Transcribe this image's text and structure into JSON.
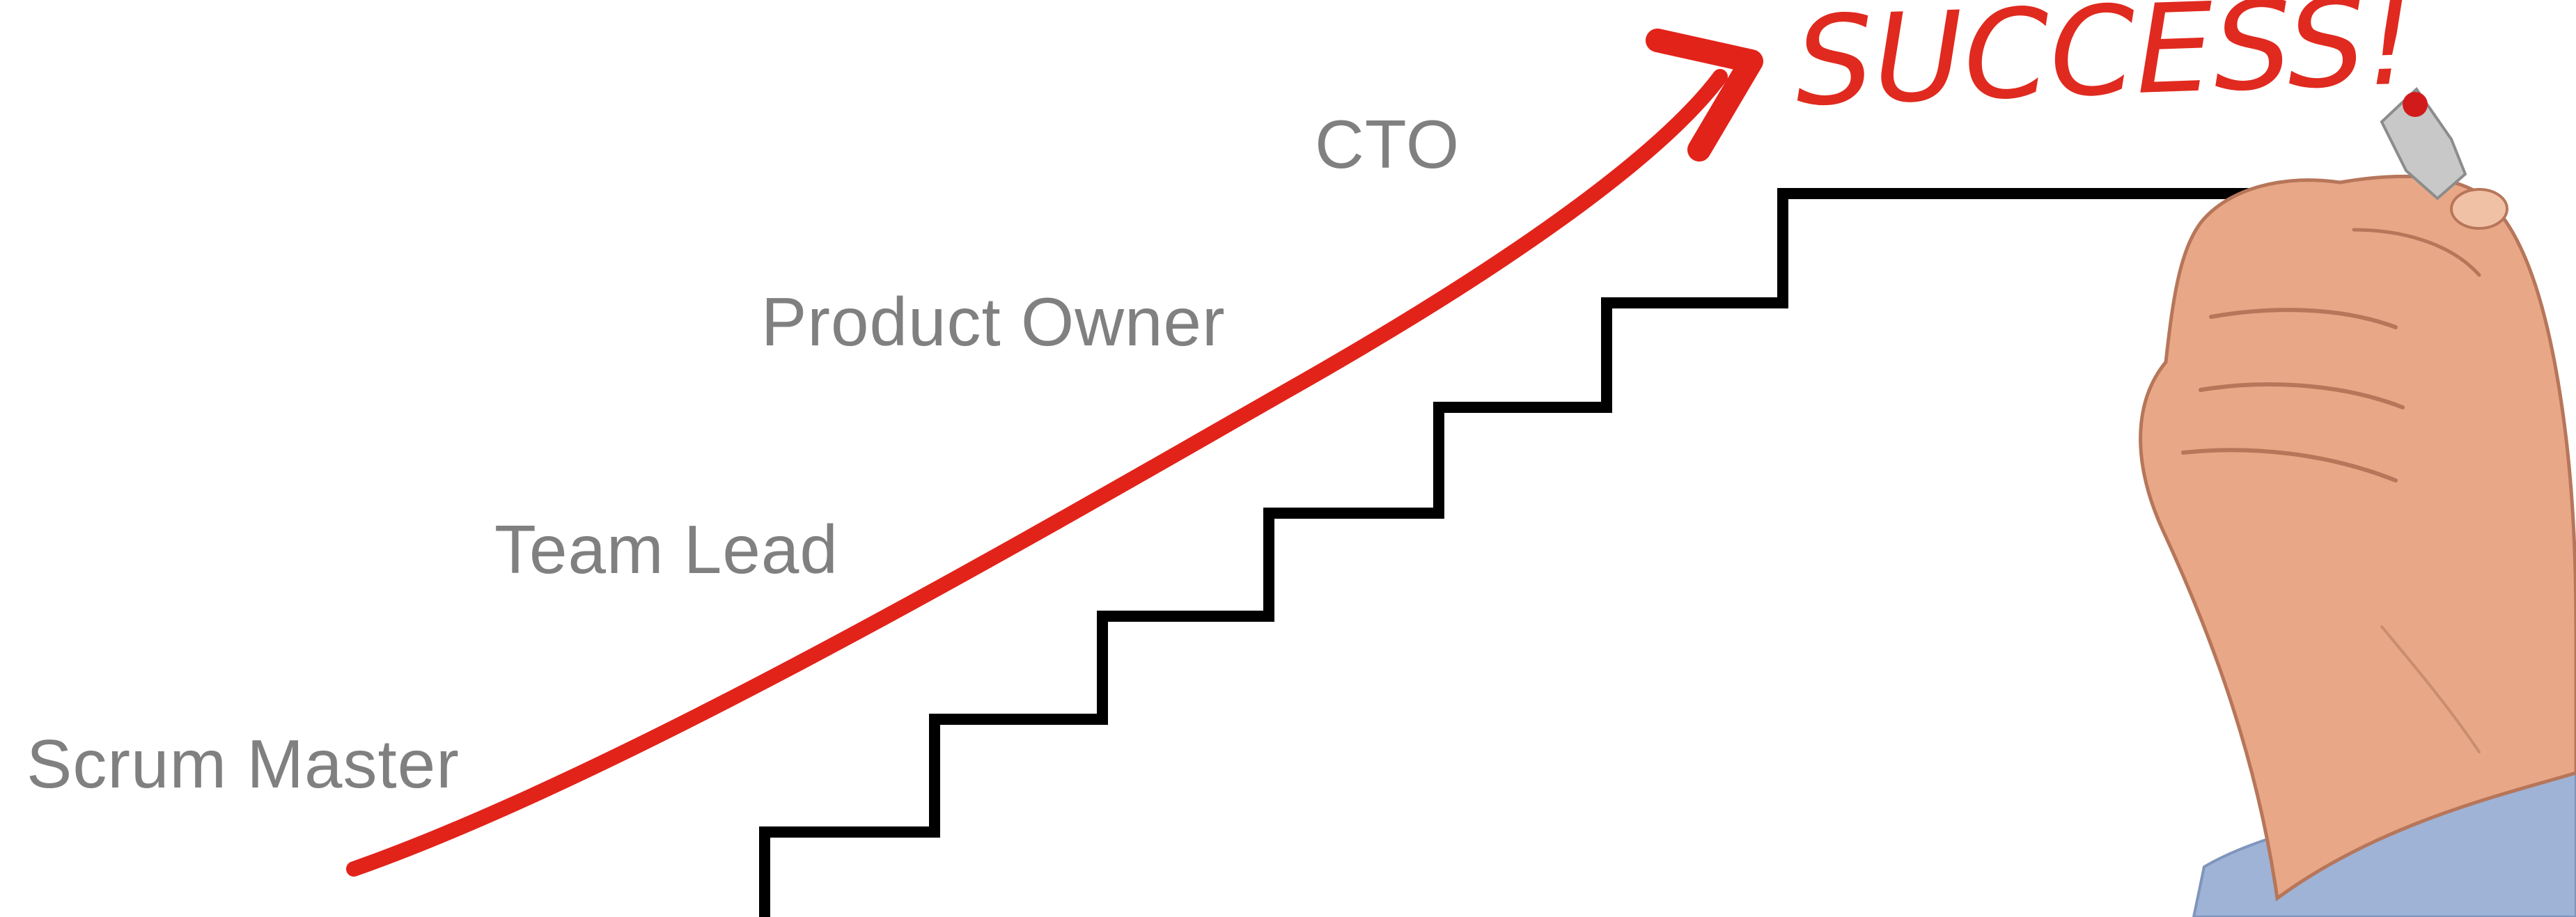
{
  "labels": {
    "scrum_master": "Scrum Master",
    "team_lead": "Team Lead",
    "product_owner": "Product Owner",
    "cto": "CTO"
  },
  "headline": "SUCCESS!",
  "colors": {
    "arrow": "#e2231a",
    "staircase": "#000000",
    "label_text": "#808080",
    "headline": "#e02a1f",
    "skin": "#e8a887",
    "sleeve": "#9fb3d6"
  },
  "icons": {
    "arrow": "rising-arrow-icon",
    "staircase": "staircase-icon",
    "hand": "hand-with-marker-icon"
  }
}
